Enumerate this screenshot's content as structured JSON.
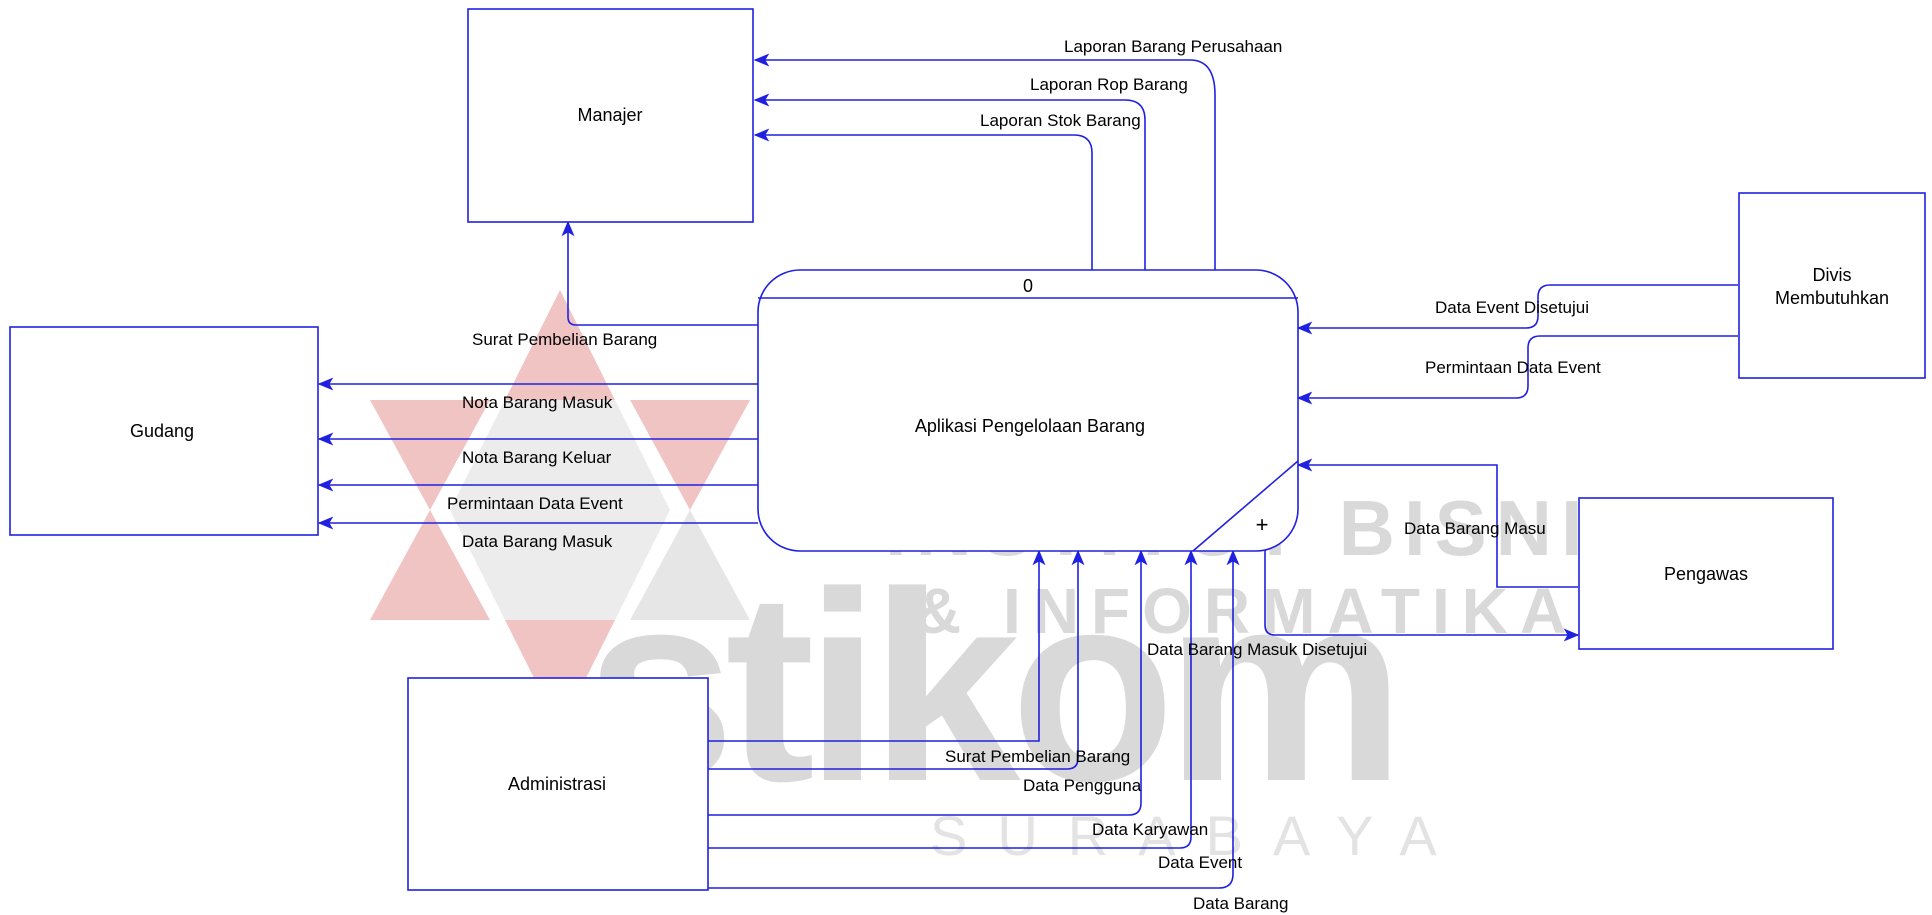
{
  "colors": {
    "line": "#2020e0",
    "text": "#000000",
    "watermark_gray": "#d0d0d0",
    "watermark_red": "#f1c4c4"
  },
  "watermark": {
    "line1": "INSTITUT BISNIS",
    "line2": "& INFORMATIKA",
    "logo": "stikom",
    "city": "SURABAYA"
  },
  "process": {
    "number": "0",
    "name": "Aplikasi Pengelolaan Barang",
    "plus": "+"
  },
  "entities": {
    "manajer": "Manajer",
    "gudang": "Gudang",
    "administrasi": "Administrasi",
    "divisi_line1": "Divis",
    "divisi_line2": "Membutuhkan",
    "pengawas": "Pengawas"
  },
  "flows": {
    "laporan_barang_perusahaan": "Laporan Barang Perusahaan",
    "laporan_rop_barang": "Laporan Rop Barang",
    "laporan_stok_barang": "Laporan Stok Barang",
    "surat_pembelian_manajer": "Surat Pembelian Barang",
    "nota_barang_masuk": "Nota Barang Masuk",
    "nota_barang_keluar": "Nota Barang Keluar",
    "permintaan_data_event_gudang": "Permintaan Data Event",
    "data_barang_masuk_gudang": "Data Barang Masuk",
    "data_event_disetujui": "Data Event Disetujui",
    "permintaan_data_event_divisi": "Permintaan Data Event",
    "data_barang_masuk_pengawas": "Data Barang Masu",
    "data_barang_masuk_disetujui": "Data Barang Masuk Disetujui",
    "surat_pembelian_admin": "Surat Pembelian Barang",
    "data_pengguna": "Data Pengguna",
    "data_karyawan": "Data Karyawan",
    "data_event": "Data Event",
    "data_barang": "Data Barang"
  }
}
